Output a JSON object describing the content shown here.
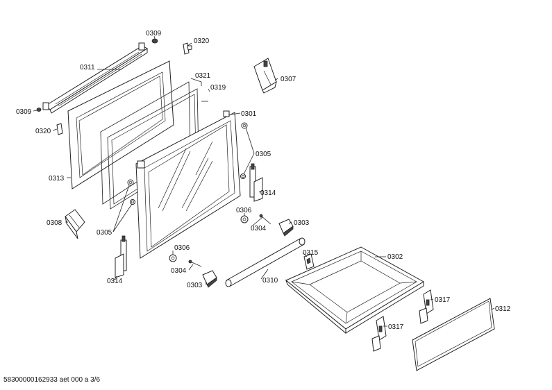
{
  "labels": {
    "l0309a": "0309",
    "l0320a": "0320",
    "l0311": "0311",
    "l0321": "0321",
    "l0319": "0319",
    "l0307": "0307",
    "l0309b": "0309",
    "l0320b": "0320",
    "l0301": "0301",
    "l0305a": "0305",
    "l0313": "0313",
    "l0314a": "0314",
    "l0308": "0308",
    "l0306a": "0306",
    "l0303a": "0303",
    "l0304a": "0304",
    "l0305b": "0305",
    "l0306b": "0306",
    "l0315": "0315",
    "l0302": "0302",
    "l0314b": "0314",
    "l0304b": "0304",
    "l0310": "0310",
    "l0303b": "0303",
    "l0317a": "0317",
    "l0312": "0312",
    "l0317b": "0317"
  },
  "footer": "58300000162933 aet 000 a 3/6"
}
